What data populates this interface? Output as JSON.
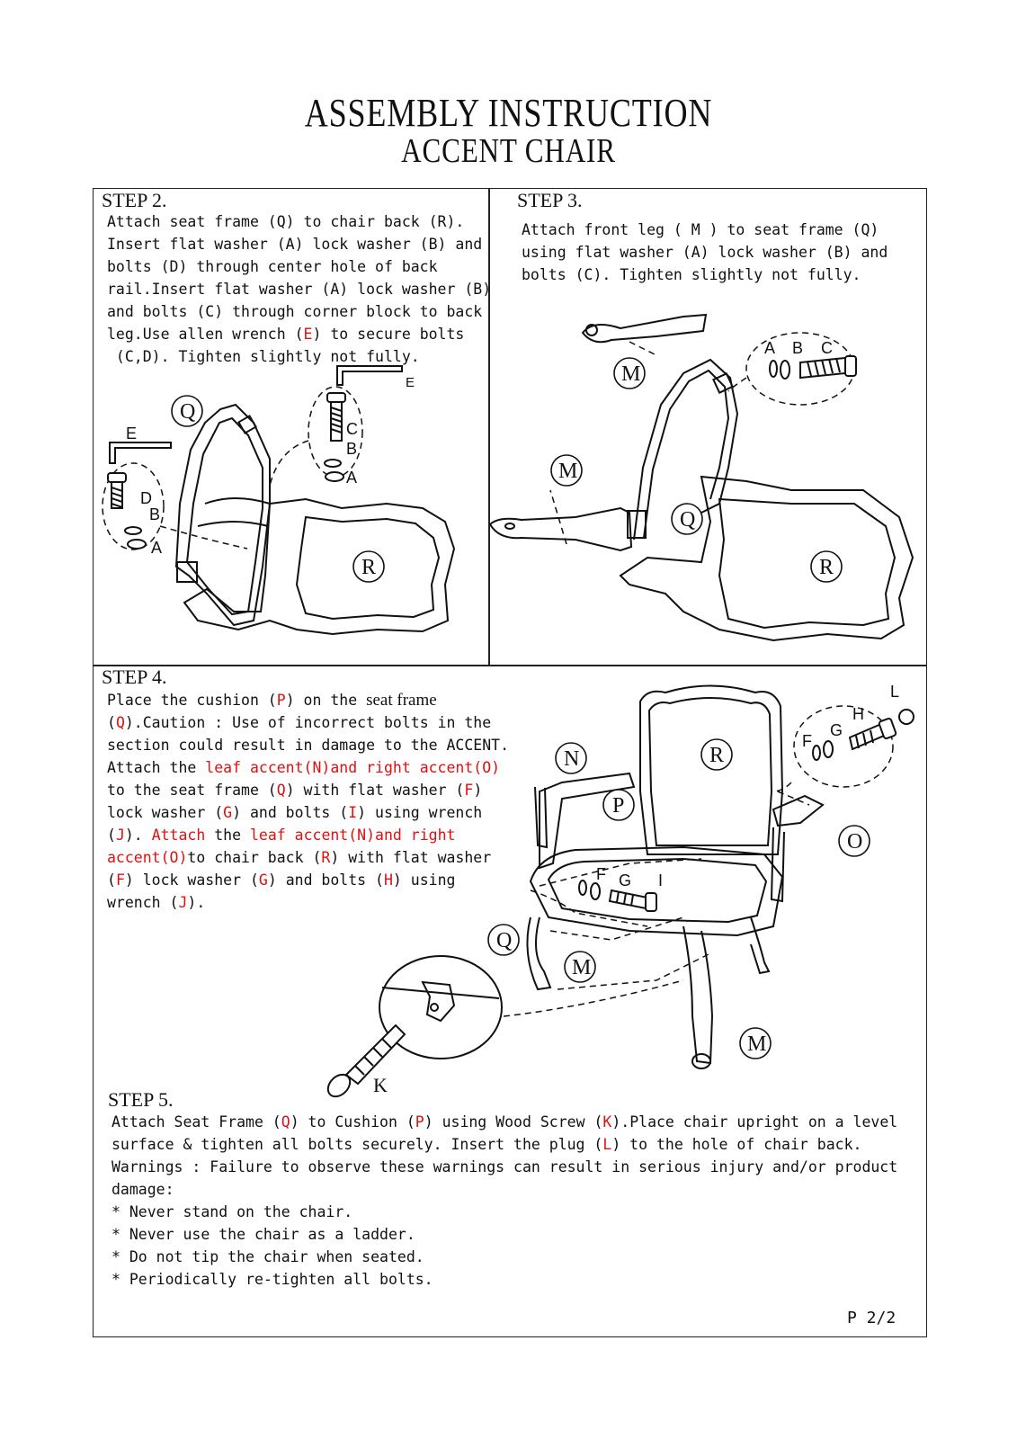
{
  "title": "ASSEMBLY INSTRUCTION",
  "subtitle": "ACCENT CHAIR",
  "step2": {
    "heading": "STEP 2.",
    "lines": [
      "Attach seat frame (Q) to chair back (R).",
      "Insert flat washer (A) lock washer (B) and",
      "bolts (D) through center hole of back",
      "rail.Insert flat washer (A) lock washer (B)",
      "and bolts (C) through corner block to back",
      "leg.Use allen wrench (",
      "E",
      ") to secure bolts",
      " (C,D). Tighten slightly not fully."
    ],
    "labels": [
      "Q",
      "R",
      "E",
      "E",
      "C",
      "B",
      "A",
      "D",
      "B",
      "A"
    ]
  },
  "step3": {
    "heading": "STEP 3.",
    "lines": [
      "Attach front leg ( M ) to seat frame (Q)",
      "using flat washer (A) lock washer (B) and",
      "bolts (C). Tighten slightly not fully."
    ],
    "labels": [
      "M",
      "M",
      "Q",
      "R",
      "A",
      "B",
      "C"
    ]
  },
  "step4": {
    "heading": "STEP 4.",
    "text": {
      "l1a": "Place the cushion (",
      "l1b": "P",
      "l1c": ") on the ",
      "l1d": "seat frame",
      "l2a": "(",
      "l2b": "Q",
      "l2c": ").Caution : Use of incorrect bolts in the",
      "l3": "section could result in damage to the ACCENT.",
      "l4a": "Attach the ",
      "l4b": "leaf accent(N)and right accent(O)",
      "l5a": "to the seat frame (",
      "l5b": "Q",
      "l5c": ") with flat washer (",
      "l5d": "F",
      "l5e": ")",
      "l6a": "lock washer (",
      "l6b": "G",
      "l6c": ") and bolts (",
      "l6d": "I",
      "l6e": ") using wrench",
      "l7a": "(",
      "l7b": "J",
      "l7c": "). ",
      "l7d": "Attach",
      "l7e": " the ",
      "l7f": "leaf accent(N)and right",
      "l8a": "accent(O)",
      "l8b": "to chair back (",
      "l8c": "R",
      "l8d": ") with flat washer",
      "l9a": "(",
      "l9b": "F",
      "l9c": ") lock washer (",
      "l9d": "G",
      "l9e": ") and bolts (",
      "l9f": "H",
      "l9g": ") using",
      "l10a": "wrench (",
      "l10b": "J",
      "l10c": ")."
    },
    "labels": [
      "N",
      "R",
      "P",
      "O",
      "Q",
      "M",
      "M",
      "K",
      "L",
      "H",
      "G",
      "F",
      "F",
      "G",
      "I"
    ]
  },
  "step5": {
    "heading": "STEP 5.",
    "text": {
      "l1a": "Attach Seat Frame (",
      "l1b": "Q",
      "l1c": ") to Cushion (",
      "l1d": "P",
      "l1e": ") using Wood Screw (",
      "l1f": "K",
      "l1g": ").Place chair upright on a level",
      "l2a": "surface & tighten all bolts securely. Insert the plug (",
      "l2b": "L",
      "l2c": ") to the hole of chair back.",
      "l3": "Warnings : Failure to observe these warnings can result in serious injury and/or product",
      "l4": "damage:",
      "l5": "* Never stand on the chair.",
      "l6": "* Never use the chair as a ladder.",
      "l7": "* Do not tip the chair when seated.",
      "l8": "* Periodically re-tighten all bolts."
    }
  },
  "page": "P 2/2",
  "colors": {
    "accent_red": "#e01010",
    "ink": "#111111"
  }
}
